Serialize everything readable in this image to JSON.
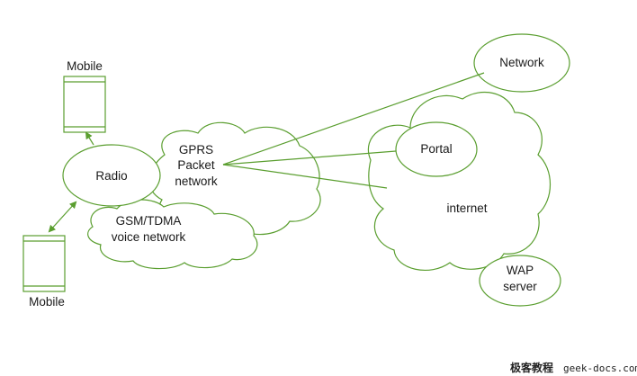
{
  "nodes": {
    "mobile_top": "Mobile",
    "mobile_bottom": "Mobile",
    "radio": "Radio",
    "gprs": [
      "GPRS",
      "Packet",
      "network"
    ],
    "gsm": [
      "GSM/TDMA",
      "voice network"
    ],
    "network": "Network",
    "portal": "Portal",
    "internet": "internet",
    "wap": [
      "WAP",
      "server"
    ]
  },
  "colors": {
    "stroke": "#5a9e2f",
    "text": "#1a1a1a",
    "background": "#ffffff"
  },
  "watermark": {
    "brand": "极客教程",
    "site": "geek-docs.com"
  }
}
